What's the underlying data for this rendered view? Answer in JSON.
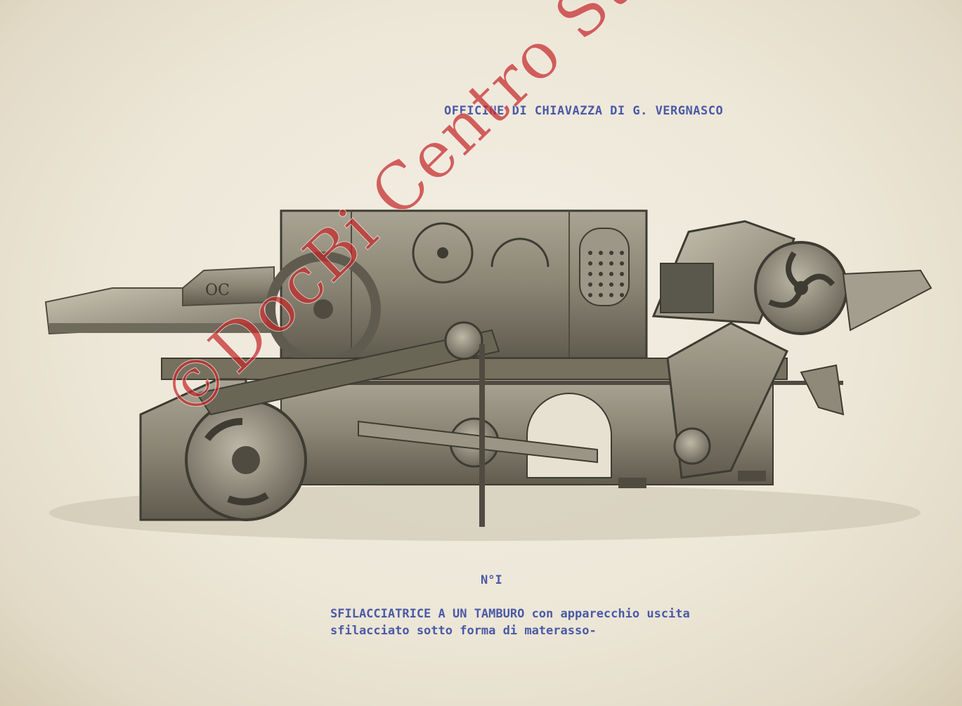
{
  "document": {
    "header": "OFFICINE DI CHIAVAZZA DI G. VERGNASCO",
    "caption_number": "N°I",
    "caption_line1": "SFILACCIATRICE  A UN TAMBURO con apparecchio uscita",
    "caption_line2": "sfilacciato sotto forma di materasso-",
    "watermark": "©DocBi Centro Studi Biellesi"
  },
  "colors": {
    "paper": "#ede7d8",
    "typewriter_ink": "#4a5aa6",
    "watermark": "#c42828",
    "machine_metal": "#8a8574"
  }
}
